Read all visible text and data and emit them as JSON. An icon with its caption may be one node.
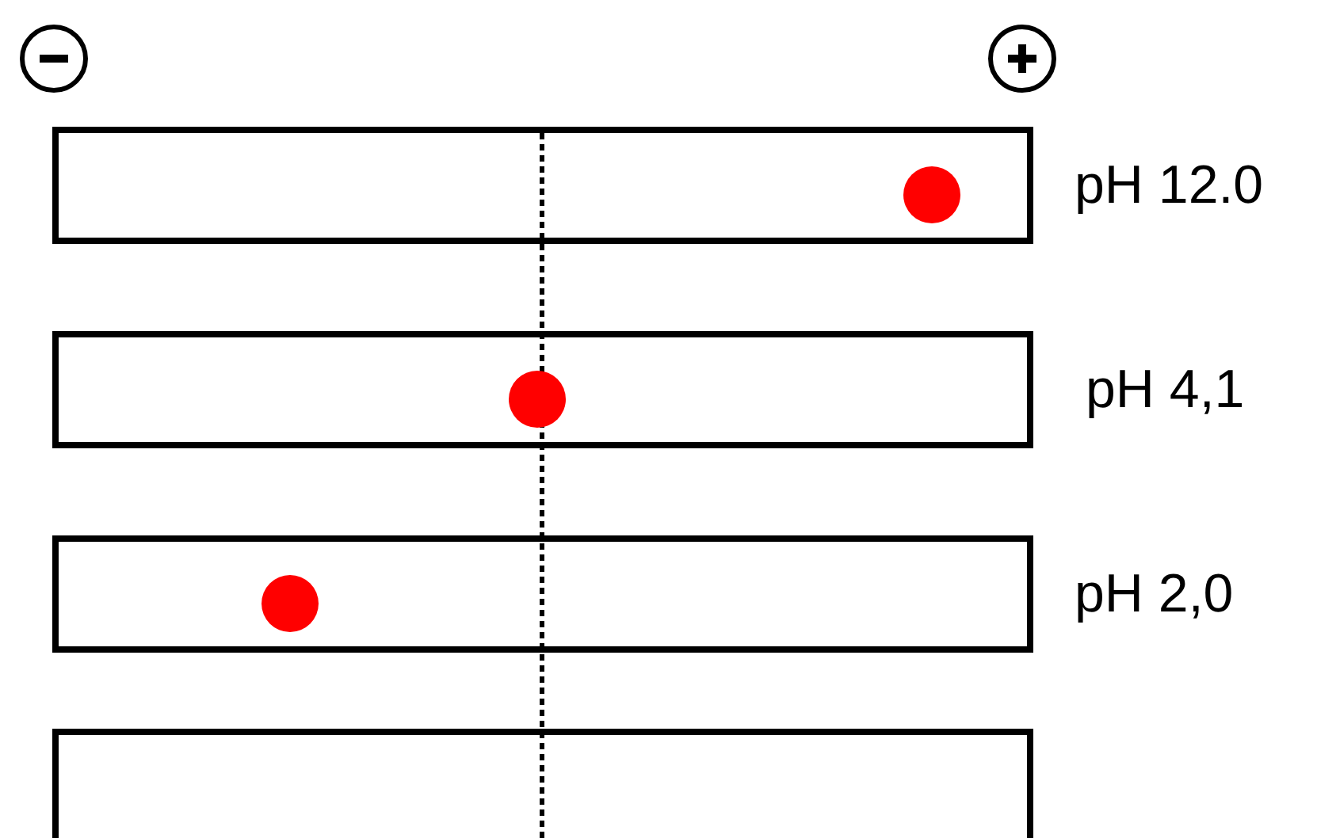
{
  "diagram": {
    "nodes": [
      {
        "text": [],
        "shape": "box",
        "beside": [
          "pH 12.0"
        ]
      },
      {
        "text": [],
        "shape": "box",
        "beside": [
          "pH 4,1"
        ]
      },
      {
        "text": [],
        "shape": "box",
        "beside": [
          "pH 2,0"
        ]
      },
      {
        "text": [],
        "shape": "box"
      }
    ]
  }
}
